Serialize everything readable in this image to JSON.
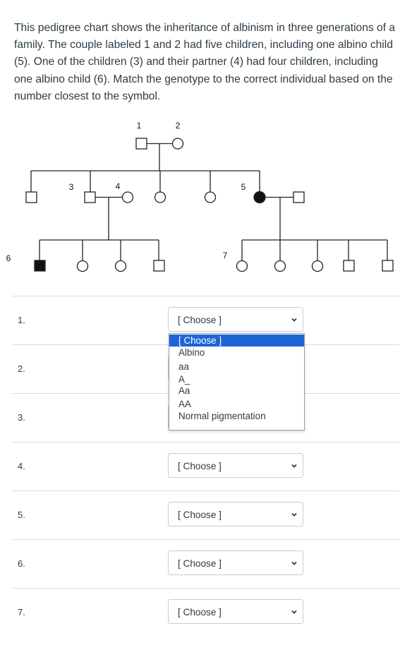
{
  "question": {
    "text": "This pedigree chart shows the inheritance of albinism in three generations of a family.  The couple labeled 1 and 2 had five children, including one albino child (5). One of the children (3) and their partner (4) had four children, including one albino child (6). Match the genotype to the correct individual based on the number closest to the symbol."
  },
  "pedigree": {
    "labels": {
      "i1": "1",
      "i2": "2",
      "i3": "3",
      "i4": "4",
      "i5": "5",
      "i6": "6",
      "i7": "7"
    }
  },
  "answers": [
    {
      "num": "1.",
      "value": "[ Choose ]"
    },
    {
      "num": "2.",
      "value": ""
    },
    {
      "num": "3.",
      "value": ""
    },
    {
      "num": "4.",
      "value": "[ Choose ]"
    },
    {
      "num": "5.",
      "value": "[ Choose ]"
    },
    {
      "num": "6.",
      "value": "[ Choose ]"
    },
    {
      "num": "7.",
      "value": "[ Choose ]"
    }
  ],
  "dropdown_options": [
    "[ Choose ]",
    "Albino",
    "aa",
    "A_",
    "Aa",
    "AA",
    "Normal pigmentation"
  ],
  "colors": {
    "selected_bg": "#1e64d7",
    "text": "#2d3b45",
    "divider": "#d7dadd"
  }
}
